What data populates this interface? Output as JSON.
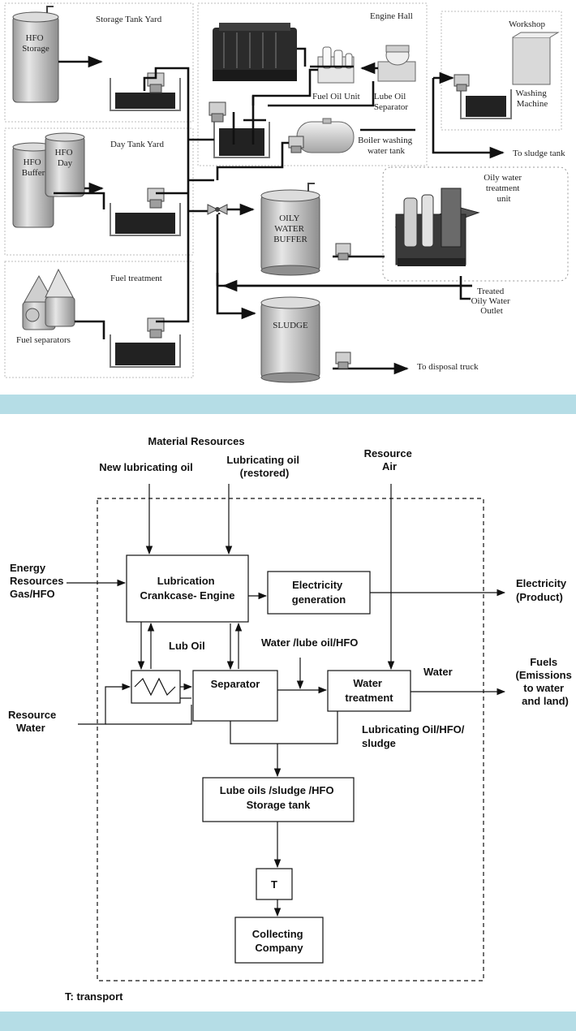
{
  "plant": {
    "areas": {
      "storage_tank_yard": "Storage Tank Yard",
      "engine_hall": "Engine Hall",
      "workshop": "Workshop",
      "day_tank_yard": "Day Tank Yard",
      "fuel_treatment": "Fuel treatment",
      "oily_water_treatment_unit": [
        "Oily water",
        "treatment",
        "unit"
      ]
    },
    "equipment": {
      "hfo_storage": [
        "HFO",
        "Storage"
      ],
      "hfo_buffer": [
        "HFO",
        "Buffer"
      ],
      "hfo_day": [
        "HFO",
        "Day"
      ],
      "fuel_oil_unit": "Fuel Oil Unit",
      "lube_oil_separator": [
        "Lube Oil",
        "Separator"
      ],
      "washing_machine": [
        "Washing",
        "Machine"
      ],
      "boiler_washing_water_tank": [
        "Boiler washing",
        "water tank"
      ],
      "oily_water_buffer": [
        "OILY",
        "WATER",
        "BUFFER"
      ],
      "sludge": "SLUDGE",
      "fuel_separators": "Fuel separators"
    },
    "outlets": {
      "to_sludge_tank": "To sludge tank",
      "treated_oily_water_outlet": [
        "Treated",
        "Oily Water",
        "Outlet"
      ],
      "to_disposal_truck": "To disposal truck"
    }
  },
  "flow": {
    "material_resources": "Material Resources",
    "new_lubricating_oil": "New lubricating oil",
    "lubricating_oil_restored": [
      "Lubricating oil",
      "(restored)"
    ],
    "resource_air": [
      "Resource",
      "Air"
    ],
    "energy_resources": [
      "Energy",
      "Resources",
      "Gas/HFO"
    ],
    "resource_water": [
      "Resource",
      "Water"
    ],
    "engine_box": [
      "Lubrication",
      "Crankcase- Engine"
    ],
    "electricity_generation": [
      "Electricity",
      "generation"
    ],
    "electricity_product": [
      "Electricity",
      "(Product)"
    ],
    "lub_oil": "Lub Oil",
    "water_lube_oil_hfo": "Water /lube oil/HFO",
    "separator": "Separator",
    "water_treatment": [
      "Water",
      "treatment"
    ],
    "water": "Water",
    "fuels_emissions": [
      "Fuels",
      "(Emissions",
      "to water",
      "and land)"
    ],
    "lubricating_oil_hfo_sludge": [
      "Lubricating Oil/HFO/",
      "sludge"
    ],
    "storage_tank": [
      "Lube oils /sludge /HFO",
      "Storage tank"
    ],
    "transport_box": "T",
    "collecting_company": [
      "Collecting",
      "Company"
    ],
    "legend": "T: transport"
  },
  "colors": {
    "band": "#b5dde6",
    "line": "#111111",
    "tank_fill": "#d9d9d9",
    "dotted_border": "#bdbdbd"
  }
}
